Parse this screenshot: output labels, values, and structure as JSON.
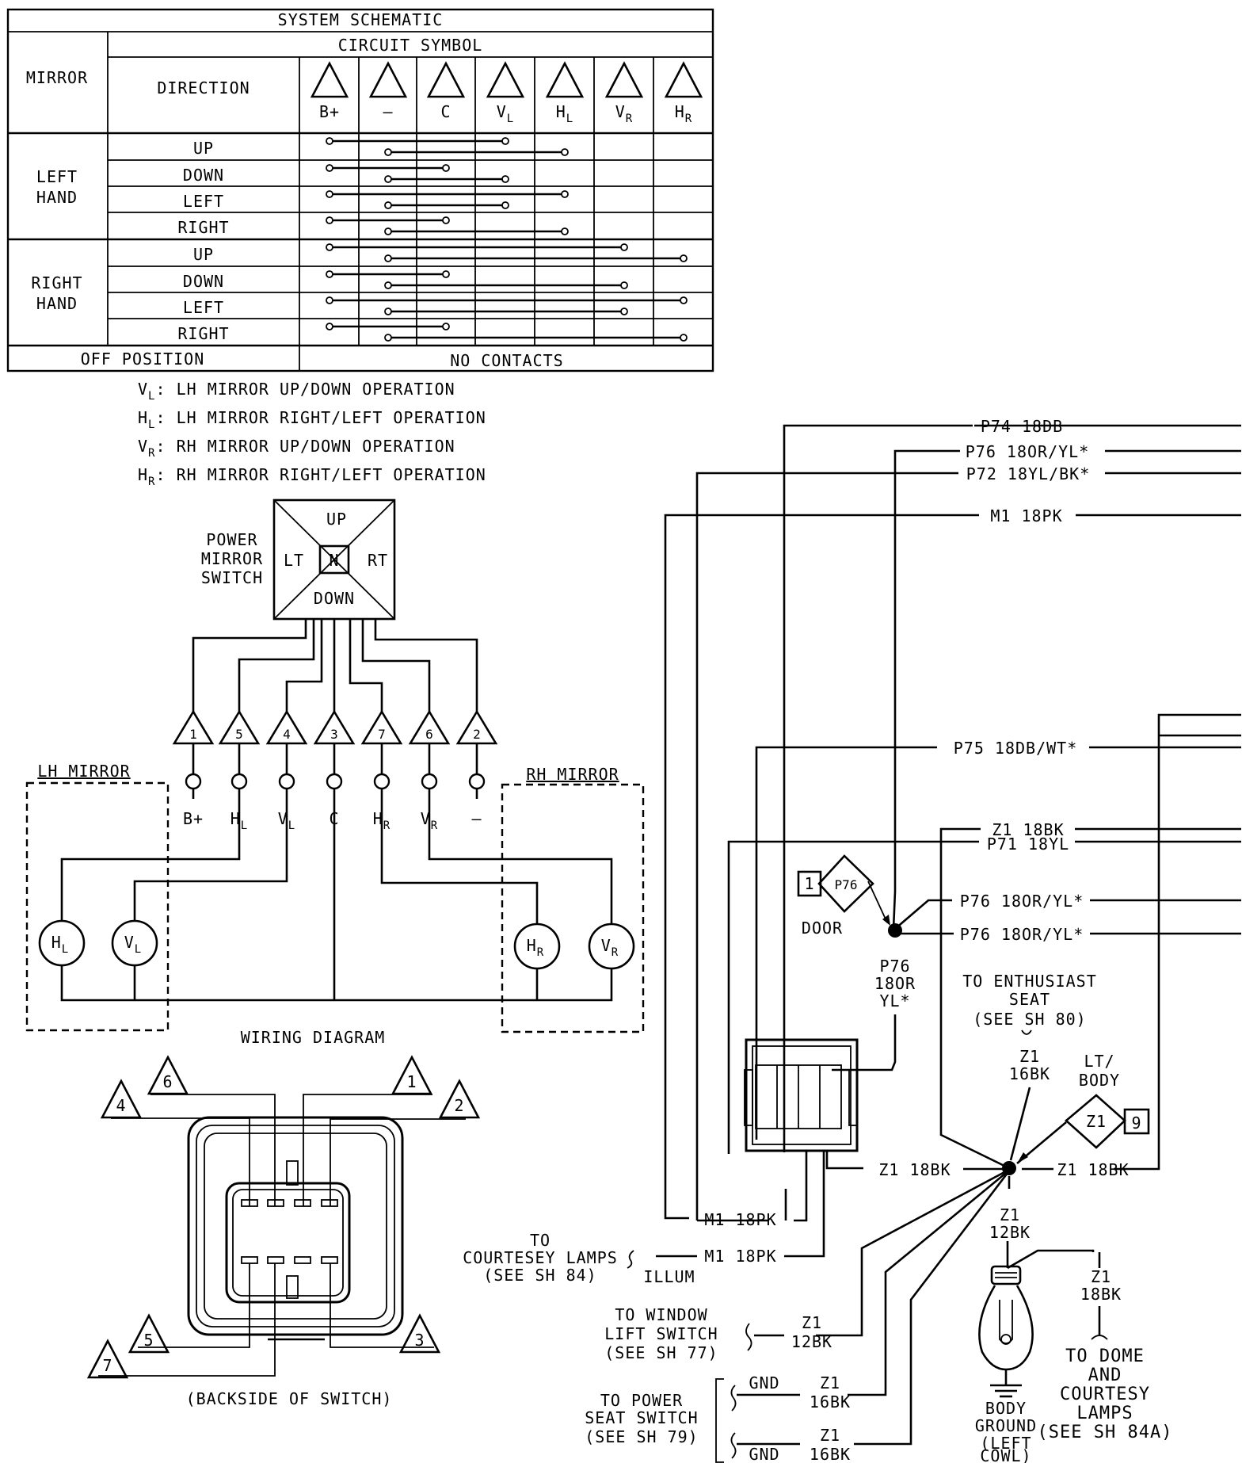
{
  "schematic": {
    "title": "SYSTEM SCHEMATIC",
    "circuit_symbol_header": "CIRCUIT SYMBOL",
    "mirror_header": "MIRROR",
    "direction_header": "DIRECTION",
    "symbols": [
      {
        "base": "B+",
        "sub": ""
      },
      {
        "base": "—",
        "sub": ""
      },
      {
        "base": "C",
        "sub": ""
      },
      {
        "base": "V",
        "sub": "L"
      },
      {
        "base": "H",
        "sub": "L"
      },
      {
        "base": "V",
        "sub": "R"
      },
      {
        "base": "H",
        "sub": "R"
      }
    ],
    "groups": [
      {
        "line1": "LEFT",
        "line2": "HAND"
      },
      {
        "line1": "RIGHT",
        "line2": "HAND"
      }
    ],
    "rows": [
      {
        "direction": "UP",
        "a": [
          "B+",
          "VL"
        ],
        "b": [
          "-",
          "HL"
        ]
      },
      {
        "direction": "DOWN",
        "a": [
          "B+",
          "C"
        ],
        "b": [
          "-",
          "VL"
        ]
      },
      {
        "direction": "LEFT",
        "a": [
          "B+",
          "HL"
        ],
        "b": [
          "-",
          "VL"
        ]
      },
      {
        "direction": "RIGHT",
        "a": [
          "B+",
          "C"
        ],
        "b": [
          "-",
          "HL"
        ]
      },
      {
        "direction": "UP",
        "a": [
          "B+",
          "VR"
        ],
        "b": [
          "-",
          "HR"
        ]
      },
      {
        "direction": "DOWN",
        "a": [
          "B+",
          "C"
        ],
        "b": [
          "-",
          "VR"
        ]
      },
      {
        "direction": "LEFT",
        "a": [
          "B+",
          "HR"
        ],
        "b": [
          "-",
          "VR"
        ]
      },
      {
        "direction": "RIGHT",
        "a": [
          "B+",
          "C"
        ],
        "b": [
          "-",
          "HR"
        ]
      }
    ],
    "off_label": "OFF POSITION",
    "off_value": "NO CONTACTS"
  },
  "legend": [
    {
      "sym": "V",
      "sub": "L",
      "text": ": LH MIRROR UP/DOWN OPERATION"
    },
    {
      "sym": "H",
      "sub": "L",
      "text": ": LH MIRROR RIGHT/LEFT OPERATION"
    },
    {
      "sym": "V",
      "sub": "R",
      "text": ": RH MIRROR UP/DOWN OPERATION"
    },
    {
      "sym": "H",
      "sub": "R",
      "text": ": RH MIRROR RIGHT/LEFT OPERATION"
    }
  ],
  "switch": {
    "label": [
      "POWER",
      "MIRROR",
      "SWITCH"
    ],
    "up": "UP",
    "down": "DOWN",
    "lt": "LT",
    "rt": "RT",
    "n": "N"
  },
  "wiring": {
    "pins": [
      "1",
      "5",
      "4",
      "3",
      "7",
      "6",
      "2"
    ],
    "terminals": [
      {
        "base": "B+",
        "sub": ""
      },
      {
        "base": "H",
        "sub": "L"
      },
      {
        "base": "V",
        "sub": "L"
      },
      {
        "base": "C",
        "sub": ""
      },
      {
        "base": "H",
        "sub": "R"
      },
      {
        "base": "V",
        "sub": "R"
      },
      {
        "base": "—",
        "sub": ""
      }
    ],
    "lh_mirror": "LH MIRROR",
    "rh_mirror": "RH MIRROR",
    "motors": [
      {
        "base": "H",
        "sub": "L"
      },
      {
        "base": "V",
        "sub": "L"
      },
      {
        "base": "H",
        "sub": "R"
      },
      {
        "base": "V",
        "sub": "R"
      }
    ],
    "caption": "WIRING DIAGRAM"
  },
  "backside": {
    "pins": [
      "6",
      "4",
      "1",
      "2",
      "5",
      "7",
      "3"
    ],
    "caption": "(BACKSIDE OF SWITCH)"
  },
  "harness": {
    "wires_top": [
      "P74 18DB",
      "P76 18OR/YL*",
      "P72 18YL/BK*",
      "M1 18PK"
    ],
    "wire_p75": "P75 18DB/WT*",
    "wire_z1": "Z1 18BK",
    "wire_p71": "P71 18YL",
    "wire_p76a": "P76 18OR/YL*",
    "wire_p76b": "P76 18OR/YL*",
    "connector_num": "1",
    "connector_id": "P76",
    "door": "DOOR",
    "p76_vert": [
      "P76",
      "18OR",
      "YL*"
    ],
    "enthusiast": [
      "TO ENTHUSIAST",
      "SEAT",
      "(SEE SH 80)"
    ],
    "z1_16bk": [
      "Z1",
      "16BK"
    ],
    "lt_body": [
      "LT/",
      "BODY"
    ],
    "z1_conn": "Z1",
    "z1_conn_num": "9",
    "z1_18bk_left": "Z1 18BK",
    "z1_18bk_right": "Z1 18BK",
    "m1_a": "M1 18PK",
    "m1_b": "M1 18PK",
    "courtesy": [
      "TO",
      "COURTESEY LAMPS",
      "(SEE SH 84)"
    ],
    "illum": "ILLUM",
    "z1_12bk_a": [
      "Z1",
      "12BK"
    ],
    "window": [
      "TO WINDOW",
      "LIFT SWITCH",
      "(SEE SH 77)"
    ],
    "z1_12bk_b": [
      "Z1",
      "12BK"
    ],
    "power_seat": [
      "TO POWER",
      "SEAT SWITCH",
      "(SEE SH 79)"
    ],
    "gnd1": "GND",
    "gnd2": "GND",
    "z1_16bk_a": [
      "Z1",
      "16BK"
    ],
    "z1_16bk_b": [
      "Z1",
      "16BK"
    ],
    "z1_18bk_v": [
      "Z1",
      "18BK"
    ],
    "body_ground": [
      "BODY",
      "GROUND",
      "(LEFT",
      "COWL)"
    ],
    "dome": [
      "TO DOME",
      "AND",
      "COURTESY",
      "LAMPS",
      "(SEE SH 84A)"
    ]
  }
}
